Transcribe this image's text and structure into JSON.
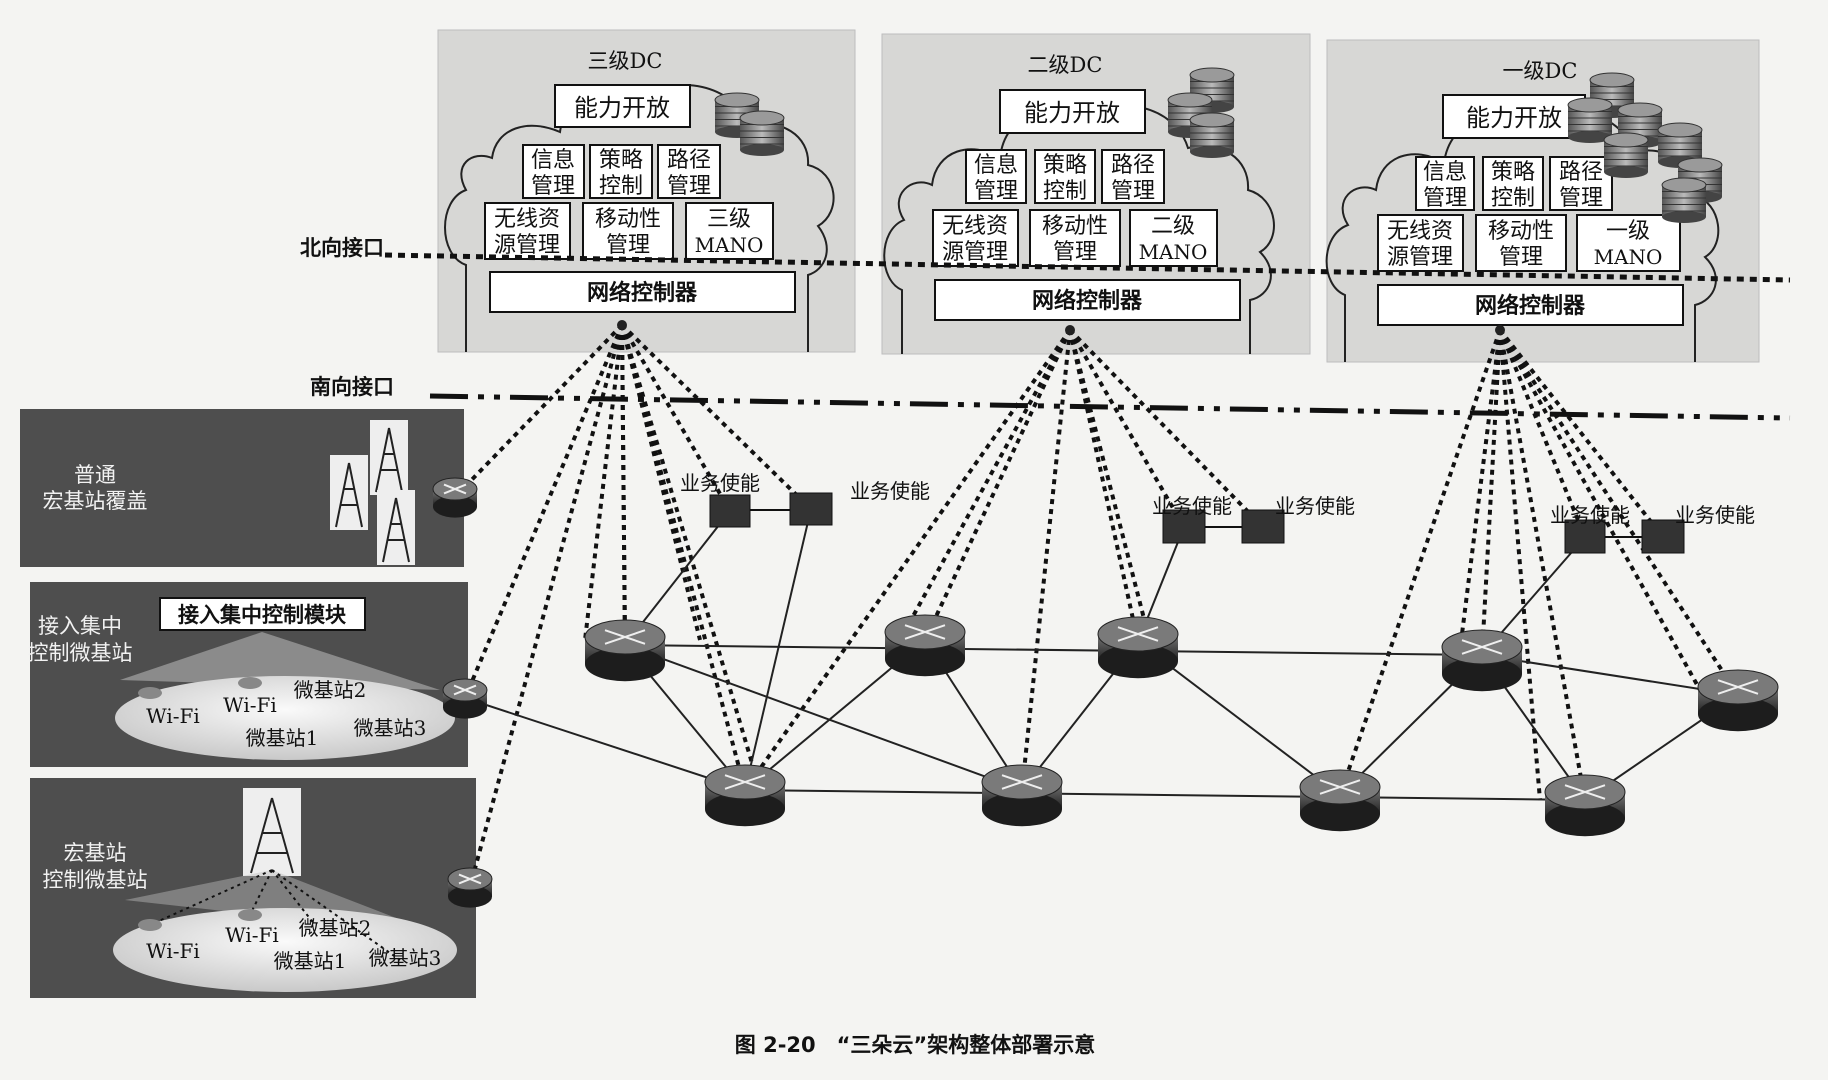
{
  "dcs": [
    {
      "title": "三级DC",
      "cap": "能力开放",
      "info": [
        "信息",
        "管理"
      ],
      "policy": [
        "策略",
        "控制"
      ],
      "path": [
        "路径",
        "管理"
      ],
      "wireless": [
        "无线资",
        "源管理"
      ],
      "mobility": [
        "移动性",
        "管理"
      ],
      "mano": [
        "三级",
        "MANO"
      ],
      "controller": "网络控制器"
    },
    {
      "title": "二级DC",
      "cap": "能力开放",
      "info": [
        "信息",
        "管理"
      ],
      "policy": [
        "策略",
        "控制"
      ],
      "path": [
        "路径",
        "管理"
      ],
      "wireless": [
        "无线资",
        "源管理"
      ],
      "mobility": [
        "移动性",
        "管理"
      ],
      "mano": [
        "二级",
        "MANO"
      ],
      "controller": "网络控制器"
    },
    {
      "title": "一级DC",
      "cap": "能力开放",
      "info": [
        "信息",
        "管理"
      ],
      "policy": [
        "策略",
        "控制"
      ],
      "path": [
        "路径",
        "管理"
      ],
      "wireless": [
        "无线资",
        "源管理"
      ],
      "mobility": [
        "移动性",
        "管理"
      ],
      "mano": [
        "一级",
        "MANO"
      ],
      "controller": "网络控制器"
    }
  ],
  "interfaces": {
    "north": "北向接口",
    "south": "南向接口"
  },
  "panels": {
    "macro": [
      "普通",
      "宏基站覆盖"
    ],
    "access_center": {
      "label": [
        "接入集中",
        "控制微基站"
      ],
      "module": "接入集中控制模块"
    },
    "macro_control": [
      "宏基站",
      "控制微基站"
    ]
  },
  "cells": {
    "wifi": "Wi-Fi",
    "micro1": "微基站1",
    "micro2": "微基站2",
    "micro3": "微基站3"
  },
  "service_enable": "业务使能",
  "caption": "图 2-20　“三朵云”架构整体部署示意"
}
